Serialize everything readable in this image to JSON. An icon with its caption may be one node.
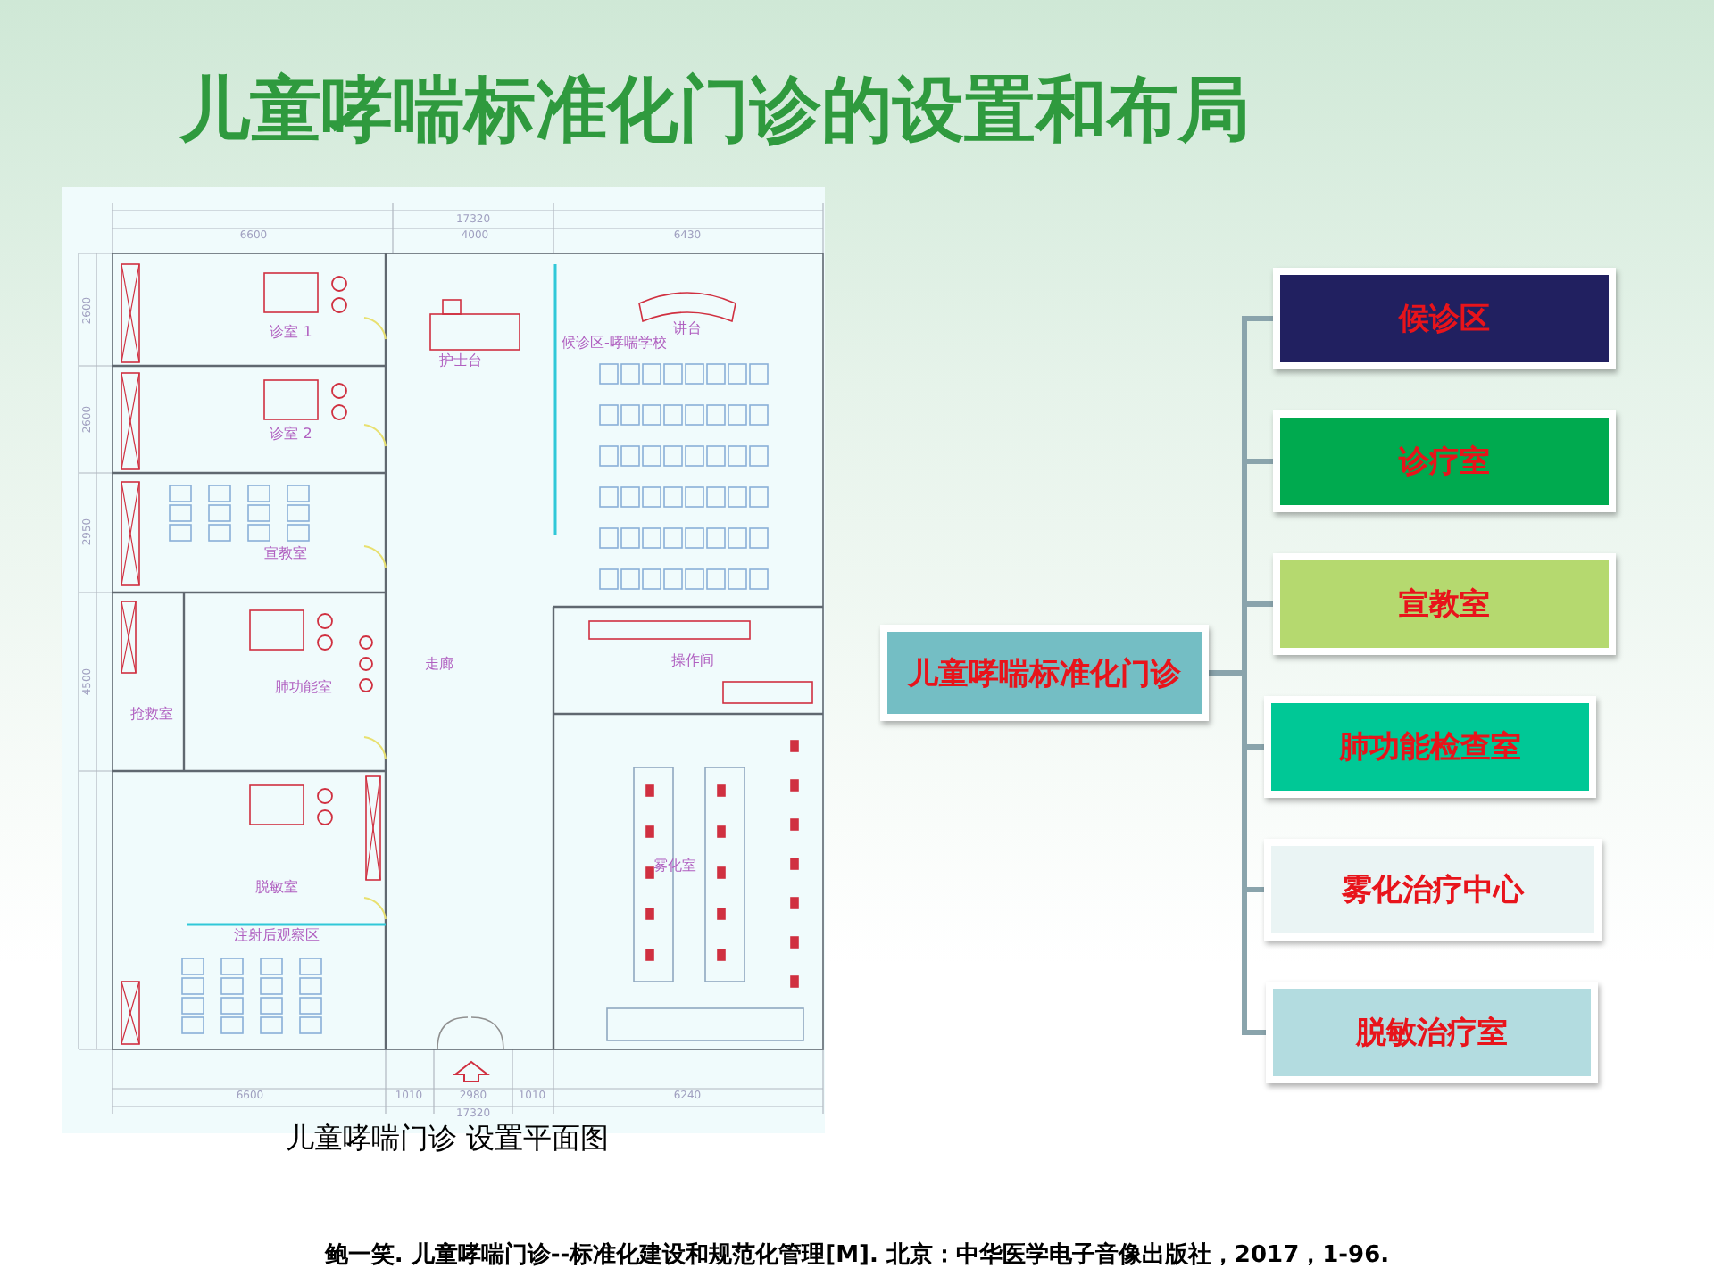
{
  "diagram": {
    "title": "儿童哮喘标准化门诊的设置和布局",
    "caption": "鲍一笑. 儿童哮喘门诊--标准化建设和规范化管理[M]. 北京：中华医学电子音像出版社，2017，1-96.",
    "nodes": [
      {
        "text": [
          "儿童哮喘标准化门诊"
        ]
      },
      {
        "text": [
          "候诊区"
        ]
      },
      {
        "text": [
          "诊疗室"
        ]
      },
      {
        "text": [
          "宣教室"
        ]
      },
      {
        "text": [
          "肺功能检查室"
        ]
      },
      {
        "text": [
          "雾化治疗中心"
        ]
      },
      {
        "text": [
          "脱敏治疗室"
        ]
      }
    ],
    "edges": [
      {
        "from": 0,
        "to": 1,
        "arrow": "none"
      },
      {
        "from": 0,
        "to": 2,
        "arrow": "none"
      },
      {
        "from": 0,
        "to": 3,
        "arrow": "none"
      },
      {
        "from": 0,
        "to": 4,
        "arrow": "none"
      },
      {
        "from": 0,
        "to": 5,
        "arrow": "none"
      },
      {
        "from": 0,
        "to": 6,
        "arrow": "none"
      }
    ],
    "labels": [
      "17320",
      "6600",
      "4000",
      "6430",
      "诊室 1",
      "护士台",
      "候诊区-哮喘学校",
      "讲台",
      "诊室 2",
      "宣教室",
      "2600",
      "2600",
      "2950",
      "4500",
      "肺功能室",
      "抢救室",
      "走廊",
      "操作间",
      "雾化室",
      "脱敏室",
      "注射后观察区",
      "6600",
      "1010",
      "2980",
      "1010",
      "6240",
      "17320",
      "儿童哮喘门诊 设置平面图"
    ]
  }
}
